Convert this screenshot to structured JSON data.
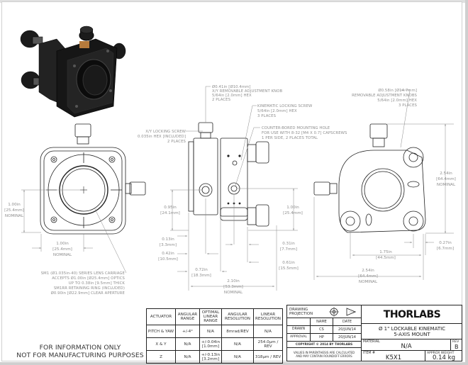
{
  "drawing": {
    "title": "Ø1\" LOCKABLE KINEMATIC 5-AXIS MOUNT",
    "title_line1": "Ø 1\" LOCKABLE KINEMATIC",
    "title_line2": "5-AXIS MOUNT",
    "brand": "THORLABS",
    "item_number_label": "ITEM #",
    "item_number": "K5X1",
    "material_label": "MATERIAL",
    "material": "N/A",
    "rev_label": "REV",
    "rev": "B",
    "weight_label": "APPROX WEIGHT",
    "weight": "0.14 kg",
    "projection_label": "DRAWING PROJECTION",
    "projection_line1": "DRAWING",
    "projection_line2": "PROJECTION",
    "name_header": "NAME",
    "date_header": "DATE",
    "drawn_label": "DRAWN",
    "drawn_name": "CS",
    "drawn_date": "20/JUN/14",
    "approval_label": "APPROVAL",
    "approval_name": "HP",
    "approval_date": "20/JUN/14",
    "copyright": "COPYRIGHT © 2014 BY THORLABS",
    "values_note_line1": "VALUES IN PARENTHESIS ARE CALCULATED",
    "values_note_line2": "AND MAY CONTAIN ROUNDOFF ERRORS"
  },
  "disclaimer": {
    "line1": "FOR INFORMATION ONLY",
    "line2": "NOT FOR MANUFACTURING PURPOSES"
  },
  "spec_table": {
    "headers": [
      "ACTUATOR",
      "ANGULAR RANGE",
      "OPTIMAL LINEAR RANGE",
      "ANGULAR RESOLUTION",
      "LINEAR RESOLUTION"
    ],
    "rows": [
      [
        "PITCH & YAW",
        "+/-4°",
        "N/A",
        "8mrad/REV",
        "N/A"
      ],
      [
        "X & Y",
        "N/A",
        "+/-0.04in [1.0mm]",
        "N/A",
        "254.0µm / REV"
      ],
      [
        "Z",
        "N/A",
        "+/-0.13in [3.2mm]",
        "N/A",
        "318µm / REV"
      ]
    ]
  },
  "callouts": {
    "xy_knob": [
      "Ø0.41in [Ø10.4mm]",
      "X/Y REMOVABLE ADJUSTMENT KNOB",
      "5/64in [2.0mm] HEX",
      "2 PLACES"
    ],
    "kinematic_screw": [
      "KINEMATIC LOCKING SCREW",
      "5/64in [2.0mm] HEX",
      "3 PLACES"
    ],
    "mounting_hole": [
      "COUNTER-BORED MOUNTING HOLE",
      "FOR USE WITH 8-32 [M4 X 0.7] CAPSCREWS",
      "1 PER SIDE, 2 PLACES TOTAL"
    ],
    "xy_locking": [
      "X/Y LOCKING SCREW",
      "0.035in HEX [INCLUDED]",
      "2 PLACES"
    ],
    "removable_knobs": [
      "Ø0.58in [Ø14.7mm]",
      "REMOVABLE ADJUSTMENT KNOBS",
      "5/64in [2.0mm] HEX",
      "3 PLACES"
    ],
    "sm1": [
      "SM1 (Ø1.035in-40) SERIES LENS CARRIAGE",
      "ACCEPTS Ø1.00in [Ø25.4mm] OPTICS",
      "UP TO 0.38in [9.5mm] THICK",
      "SM1RR RETAINING RING (INCLUDED)",
      "Ø0.90in [Ø22.9mm] CLEAR APERTURE"
    ]
  },
  "dimensions": {
    "front_height": [
      "1.00in",
      "[25.4mm]",
      "NOMINAL"
    ],
    "front_width": [
      "1.00in",
      "[25.4mm]",
      "NOMINAL"
    ],
    "side_axis_height": [
      "0.95in",
      "[24.1mm]"
    ],
    "side_right_height": [
      "1.00in",
      "[25.4mm]"
    ],
    "side_013": [
      "0.13in",
      "[3.3mm]"
    ],
    "side_042": [
      "0.42in",
      "[10.5mm]"
    ],
    "side_072": [
      "0.72in",
      "[18.3mm]"
    ],
    "side_031": [
      "0.31in",
      "[7.7mm]"
    ],
    "side_061": [
      "0.61in",
      "[15.5mm]"
    ],
    "side_total": [
      "2.10in",
      "[53.3mm]",
      "NOMINAL"
    ],
    "back_height": [
      "2.54in",
      "[64.4mm]",
      "NOMINAL"
    ],
    "back_027": [
      "0.27in",
      "[6.7mm]"
    ],
    "back_175": [
      "1.75in",
      "[44.5mm]"
    ],
    "back_width": [
      "2.54in",
      "[64.4mm]",
      "NOMINAL"
    ]
  }
}
